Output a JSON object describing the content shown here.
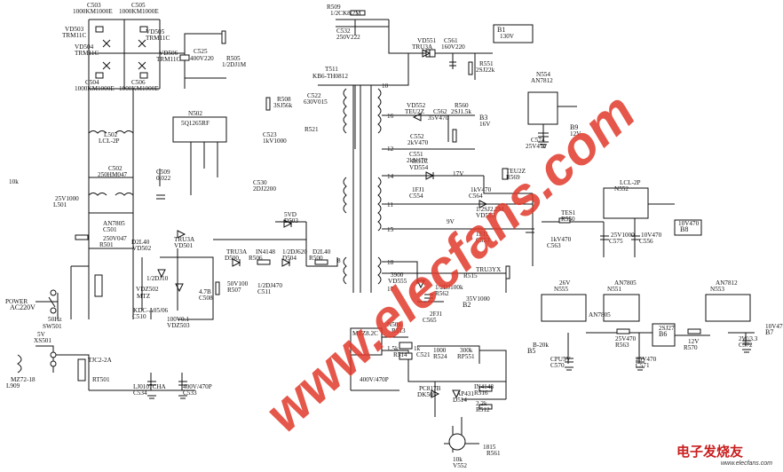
{
  "labels": [
    "C503",
    "1000KM1000E",
    "C505",
    "1000KM1000E",
    "VD503",
    "TRM11C",
    "VD505",
    "TRM11C",
    "VD504",
    "TRM11C",
    "VD506",
    "TRM11C",
    "C504",
    "1000KM1000E",
    "C506",
    "1000KM1000E",
    "C525",
    "400V220",
    "R505",
    "1/2DJ1M",
    "R509",
    "1/2CK8.2M",
    "C532",
    "250V222",
    "VD551",
    "TRU3A",
    "C561",
    "160V220",
    "B1",
    "130V",
    "T511",
    "KB6-TH0812",
    "R551",
    "2SJ22k",
    "N554",
    "AN7812",
    "R508",
    "3SJ56k",
    "C522",
    "630V015",
    "N502",
    "5Q1265RF",
    "L502",
    "LCL-2P",
    "VD552",
    "TEU2Z",
    "C562",
    "35V470",
    "R560",
    "2SJ1.5k",
    "B3",
    "16V",
    "B9",
    "12V",
    "C551",
    "2kV470",
    "C552",
    "2kV470",
    "C574",
    "25V470",
    "C502",
    "250HM047",
    "C509",
    "0.022",
    "C523",
    "1kV1000",
    "C530",
    "2DJ2200",
    "R521",
    "RG1C",
    "VD554",
    "TEU2Z",
    "R569",
    "1FJ1",
    "C554",
    "1kV470",
    "C564",
    "25V1000",
    "L501",
    "LCL-2P",
    "N552",
    "AN7805",
    "C501",
    "250V047",
    "R501",
    "1/2SJ2.2M",
    "VD553",
    "TES1",
    "R550",
    "1FJ1",
    "C553",
    "1kV470",
    "C563",
    "25V1000",
    "C575",
    "10V470",
    "C556",
    "10V470",
    "B8",
    "5VD",
    "D503",
    "D2L40",
    "VD502",
    "TRU3A",
    "VD501",
    "TRU3A",
    "D500",
    "IN4148",
    "R506",
    "1/2DJ620",
    "D504",
    "D2L40",
    "R500",
    "1/2DJ10",
    "VDZ502",
    "MTZ",
    "4.7B",
    "C508",
    "50V100",
    "R507",
    "1/2DJ470",
    "C511",
    "3900",
    "VD555",
    "TRU3YX",
    "R515",
    "1/2DJ100k",
    "R562",
    "2FJ1",
    "C565",
    "35V1000",
    "B2",
    "26V",
    "N555",
    "AN7805",
    "N551",
    "AN7812",
    "N553",
    "AN7805",
    "POWER",
    "AC220V",
    "50Hz",
    "SW501",
    "KDC-A05/06",
    "C510",
    "100V0.1",
    "VDZ503",
    "MTZ8.2C",
    "N501",
    "R513",
    "1.5k",
    "R514",
    "1k",
    "C521",
    "1000",
    "R524",
    "300k",
    "RP551",
    "B-20k",
    "B5",
    "CPU5V",
    "C570",
    "25V470",
    "C571",
    "25V470",
    "R563",
    "2SJ27",
    "B6",
    "12V",
    "R570",
    "2W/3.3",
    "C572",
    "10V470",
    "B7",
    "5V",
    "XS501",
    "TJC2-2A",
    "RT501",
    "MZ72-18",
    "L909",
    "LJ0107CHA",
    "C534",
    "400V/470P",
    "C533",
    "400V/470P",
    "PC817B",
    "DK505",
    "AP431",
    "D514",
    "IN4148",
    "R516",
    "2.2k",
    "R512",
    "10k",
    "V552",
    "1815",
    "R561",
    "10k"
  ],
  "pins": [
    "10",
    "16",
    "12",
    "14",
    "11",
    "15",
    "18",
    "17",
    "8",
    "17V",
    "9V"
  ],
  "watermark": "www.elecfans.com",
  "logo": {
    "cn": "电子发烧友",
    "site": "www.elecfans.com"
  }
}
